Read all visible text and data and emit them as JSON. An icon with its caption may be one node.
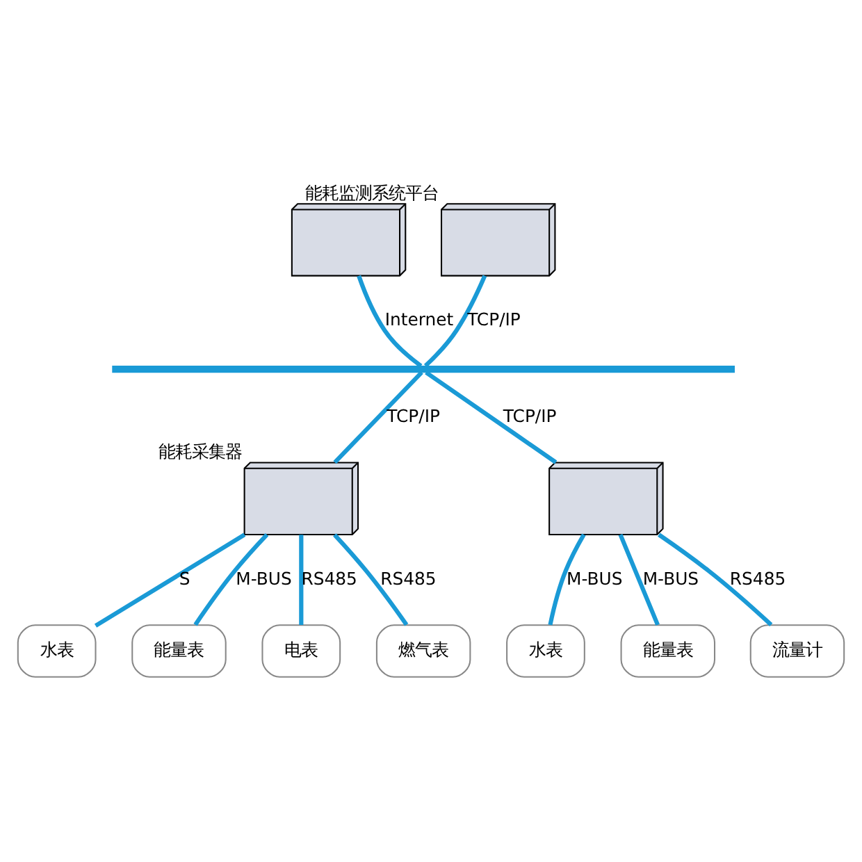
{
  "diagram": {
    "nodes": [
      {
        "text": [],
        "shape": "picture"
      },
      {
        "text": [],
        "shape": "picture",
        "beside": [
          "能耗监测系统平台"
        ]
      },
      {
        "text": [],
        "shape": "bar"
      },
      {
        "text": [],
        "shape": "picture",
        "beside": [
          "能耗采集器"
        ]
      },
      {
        "text": [],
        "shape": "picture"
      },
      {
        "text": [
          "水表"
        ]
      },
      {
        "text": [
          "能量表"
        ]
      },
      {
        "text": [
          "电表"
        ]
      },
      {
        "text": [
          "燃气表"
        ]
      },
      {
        "text": [
          "水表"
        ]
      },
      {
        "text": [
          "能量表"
        ]
      },
      {
        "text": [
          "流量计"
        ]
      }
    ],
    "edges": [
      {
        "from": 0,
        "to": 2,
        "arrow": "none",
        "label": "Internet"
      },
      {
        "from": 1,
        "to": 2,
        "arrow": "none",
        "label": "TCP/IP"
      },
      {
        "from": 2,
        "to": 3,
        "arrow": "none",
        "label": "TCP/IP"
      },
      {
        "from": 2,
        "to": 4,
        "arrow": "none",
        "label": "TCP/IP"
      },
      {
        "from": 3,
        "to": 5,
        "arrow": "none",
        "label": "S"
      },
      {
        "from": 3,
        "to": 6,
        "arrow": "none",
        "label": "M-BUS"
      },
      {
        "from": 3,
        "to": 7,
        "arrow": "none",
        "label": "RS485"
      },
      {
        "from": 3,
        "to": 8,
        "arrow": "none",
        "label": "RS485"
      },
      {
        "from": 4,
        "to": 9,
        "arrow": "none",
        "label": "M-BUS"
      },
      {
        "from": 4,
        "to": 10,
        "arrow": "none",
        "label": "M-BUS"
      },
      {
        "from": 4,
        "to": 11,
        "arrow": "none",
        "label": "RS485"
      }
    ]
  }
}
